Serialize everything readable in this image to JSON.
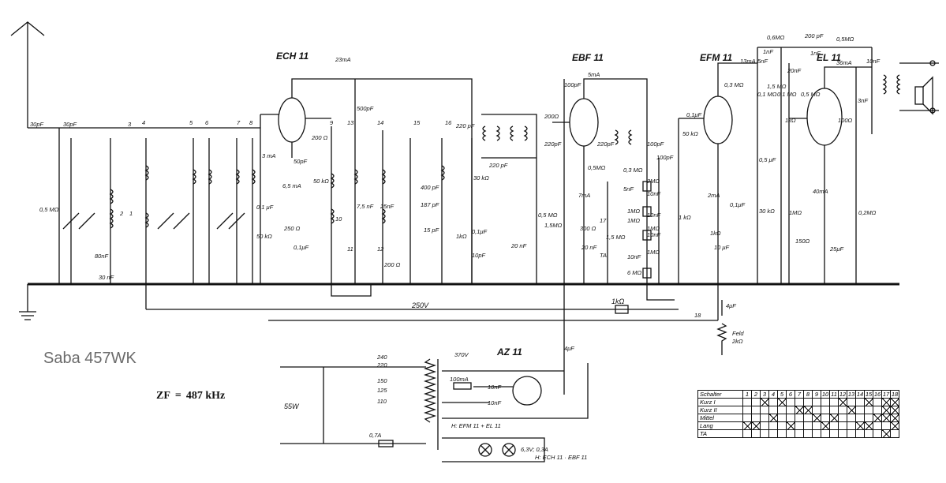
{
  "title": "Saba 457WK",
  "zf": {
    "label": "ZF",
    "eq": "=",
    "value": "487 kHz"
  },
  "tubes": {
    "ech11": "ECH 11",
    "ebf11": "EBF 11",
    "efm11": "EFM 11",
    "el11": "EL 11",
    "az11": "AZ 11"
  },
  "labels": {
    "c30pf_a": "30pF",
    "c30pf_b": "30pF",
    "r05m": "0,5 MΩ",
    "c80nf": "80nF",
    "c30nf": "30 nF",
    "c23ma": "23mA",
    "c500pf": "500pF",
    "r200": "200 Ω",
    "c50pf": "50pF",
    "r50k": "50 kΩ",
    "i65ma": "6,5 mA",
    "i3ma": "3 mA",
    "c01uf_a": "0,1 μF",
    "r50k_b": "50 kΩ",
    "r250": "250 Ω",
    "c01uf_b": "0,1μF",
    "c75nf": "7,5 nF",
    "c25nf": "25nF",
    "r200b": "200 Ω",
    "c400pf": "400 pF",
    "c187pf": "187 pF",
    "c15pf": "15 pF",
    "r1k": "1kΩ",
    "c01uf_c": "0,1μF",
    "c10pf": "10pF",
    "c220pf_a": "220 pF",
    "r30k": "30 kΩ",
    "c220pf_b": "220 pF",
    "r200o": "200Ω",
    "c100pf_a": "100pF",
    "c220pf_c": "220pF",
    "i5ma": "5mA",
    "c220pf_d": "220pF",
    "c100pf_b": "100pF",
    "r05m_b": "0,5MΩ",
    "r03m": "0,3 MΩ",
    "r2m": "2MΩ",
    "c5nf": "5nF",
    "c100pf_c": "100pF",
    "c10nf_a": "10nF",
    "r1m_a": "1MΩ",
    "c10nf_b": "10nF",
    "r1m_b": "1MΩ",
    "c10nf_c": "10nF",
    "r1m_c": "1MΩ",
    "r6m": "6 MΩ",
    "r1m_d": "1MΩ",
    "r15m": "1,5MΩ",
    "r05m_c": "0,5 MΩ",
    "c20nf_a": "20 nF",
    "i7ma": "7mA",
    "r300": "300 Ω",
    "c20nf_b": "20 nF",
    "r15m_b": "1,5 MΩ",
    "ta": "TA",
    "c10nf_d": "10nF",
    "i2ma": "2mA",
    "r1k_b": "1 kΩ",
    "r1k_c": "1kΩ",
    "c10uf": "10 μF",
    "c01uf_d": "0,1μF",
    "r50k_c": "50 kΩ",
    "c01uf_e": "0,1μF",
    "r03m_b": "0,3 MΩ",
    "i13ma": "13mA",
    "c5nf_b": "5nF",
    "r06m": "0,6MΩ",
    "c1nf_a": "1nF",
    "c200pf": "200 pF",
    "c1nf_b": "1nF",
    "r05m_d": "0,5MΩ",
    "i36ma": "36mA",
    "c10nf_e": "10nF",
    "r01m": "0,1 MΩ",
    "r15m_c": "1,5 MΩ",
    "r01m_b": "0,1 MΩ",
    "c20nf_c": "20nF",
    "r05m_e": "0,5 MΩ",
    "c05uf": "0,5 μF",
    "r1k_d": "1kΩ",
    "r100": "100Ω",
    "c3nf": "3nF",
    "r30k_b": "30 kΩ",
    "r1m_e": "1MΩ",
    "i40ma": "40mA",
    "r150": "150Ω",
    "c25uf": "25μF",
    "r02m": "0,2MΩ",
    "v250": "250V",
    "r1k_e": "1kΩ",
    "c4uf": "4μF",
    "feld": "Feld",
    "feld_r": "2kΩ",
    "c4uf_b": "4μF",
    "v370": "370V",
    "i100ma": "100mA",
    "c10nf_f": "10nF",
    "c10nf_g": "10nF",
    "heat1": "H: EFM 11 + EL 11",
    "heat2": "6,3V; 0,3A",
    "heat3": "H: ECH 11 · EBF 11",
    "fuse": "0,7A",
    "w55": "55W",
    "t240": "240",
    "t220": "220",
    "t150": "150",
    "t125": "125",
    "t110": "110",
    "s1": "1",
    "s2": "2",
    "s3": "3",
    "s4": "4",
    "s5": "5",
    "s6": "6",
    "s7": "7",
    "s8": "8",
    "s9": "9",
    "s10": "10",
    "s11": "11",
    "s12": "12",
    "s13": "13",
    "s14": "14",
    "s15": "15",
    "s16": "16",
    "s17": "17",
    "s18": "18"
  },
  "switch_table": {
    "header": "Schalter",
    "columns": [
      "1",
      "2",
      "3",
      "4",
      "5",
      "6",
      "7",
      "8",
      "9",
      "10",
      "11",
      "12",
      "13",
      "14",
      "15",
      "16",
      "17",
      "18"
    ],
    "rows": [
      {
        "label": "Kurz I",
        "marks": [
          0,
          0,
          1,
          0,
          1,
          0,
          0,
          0,
          0,
          0,
          0,
          1,
          0,
          0,
          1,
          0,
          1,
          1
        ]
      },
      {
        "label": "Kurz II",
        "marks": [
          0,
          0,
          0,
          0,
          0,
          0,
          1,
          1,
          0,
          0,
          0,
          0,
          1,
          0,
          0,
          0,
          1,
          1
        ]
      },
      {
        "label": "Mittel",
        "marks": [
          0,
          0,
          0,
          1,
          0,
          0,
          0,
          0,
          1,
          0,
          1,
          0,
          0,
          0,
          0,
          1,
          1,
          1
        ]
      },
      {
        "label": "Lang",
        "marks": [
          1,
          1,
          0,
          0,
          0,
          1,
          0,
          0,
          0,
          1,
          0,
          0,
          0,
          1,
          1,
          0,
          0,
          1
        ]
      },
      {
        "label": "TA",
        "marks": [
          0,
          0,
          0,
          0,
          0,
          0,
          0,
          0,
          0,
          0,
          0,
          0,
          0,
          0,
          0,
          0,
          1,
          0
        ]
      }
    ]
  }
}
